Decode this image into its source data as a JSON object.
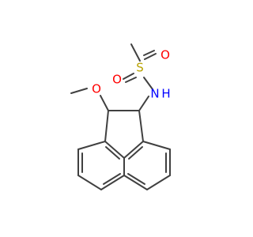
{
  "molecule": {
    "atoms": {
      "S": {
        "label": "S",
        "color": "#b8a200"
      },
      "O_top": {
        "label": "O",
        "color": "#ff0000"
      },
      "O_right": {
        "label": "O",
        "color": "#ff0000"
      },
      "N": {
        "label": "N",
        "color": "#0000ff"
      },
      "H": {
        "label": "H",
        "color": "#0000ff"
      },
      "O_methoxy": {
        "label": "O",
        "color": "#ff0000"
      }
    },
    "bond_color": "#404040"
  }
}
